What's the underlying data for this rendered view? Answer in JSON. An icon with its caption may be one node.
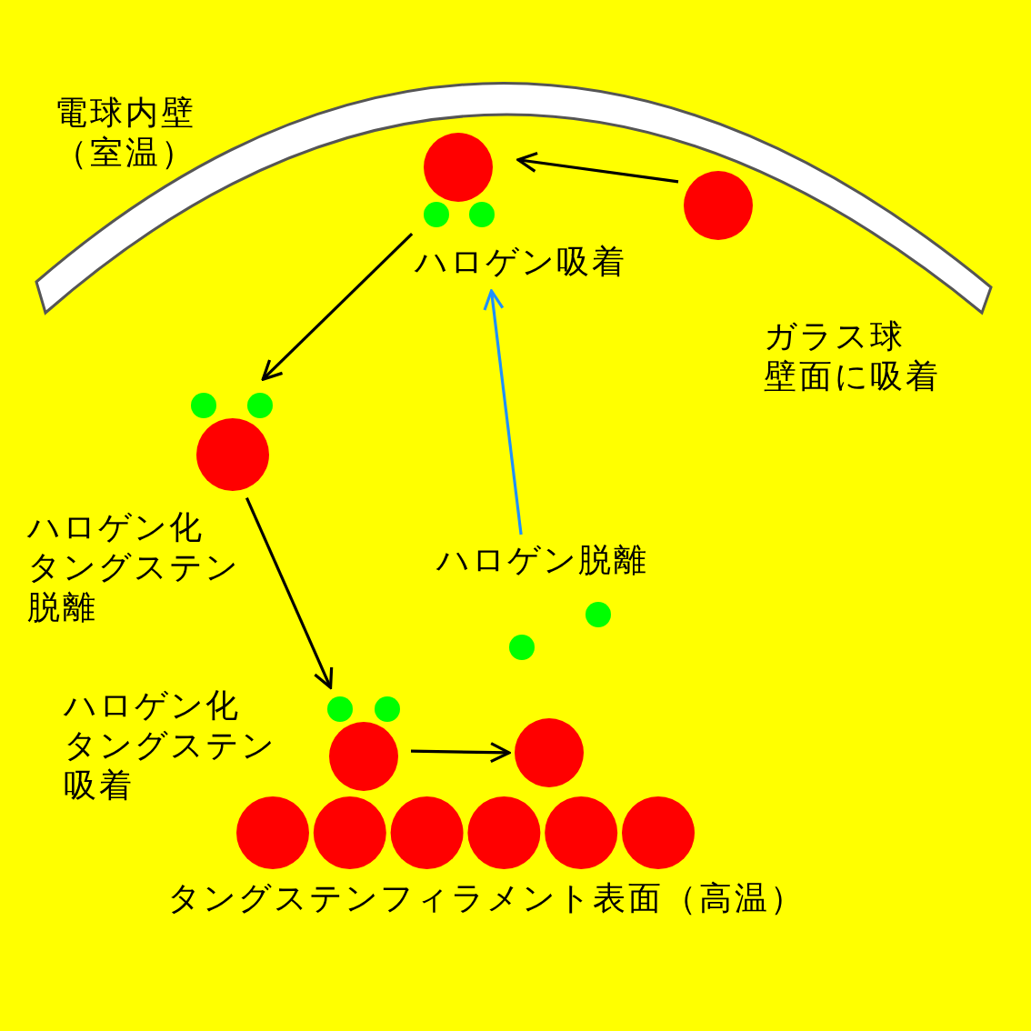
{
  "diagram": {
    "nodes": [
      {
        "text": [],
        "shape": "circle"
      },
      {
        "text": [
          "ハロゲン吸着"
        ]
      },
      {
        "text": [],
        "shape": "circle",
        "beside": [
          "ハロゲン化タングステン脱離"
        ]
      },
      {
        "text": [],
        "shape": "circle"
      },
      {
        "text": [],
        "shape": "circle"
      },
      {
        "text": [
          "ハロゲン脱離"
        ]
      },
      {
        "text": [],
        "shape": "circle",
        "beside": [
          "タングステンフィラメント表面（高温）"
        ]
      }
    ],
    "edges": [
      {
        "from": 0,
        "to": 1,
        "arrow": "to"
      },
      {
        "from": 1,
        "to": 2,
        "arrow": "to"
      },
      {
        "from": 2,
        "to": 3,
        "arrow": "to"
      },
      {
        "from": 3,
        "to": 4,
        "arrow": "to"
      },
      {
        "from": 5,
        "to": 1,
        "arrow": "to",
        "color": "#1e90ff"
      }
    ],
    "labels": [
      "電球内壁（室温）",
      "ガラス球壁面に吸着",
      "ハロゲン化タングステン吸着"
    ]
  }
}
